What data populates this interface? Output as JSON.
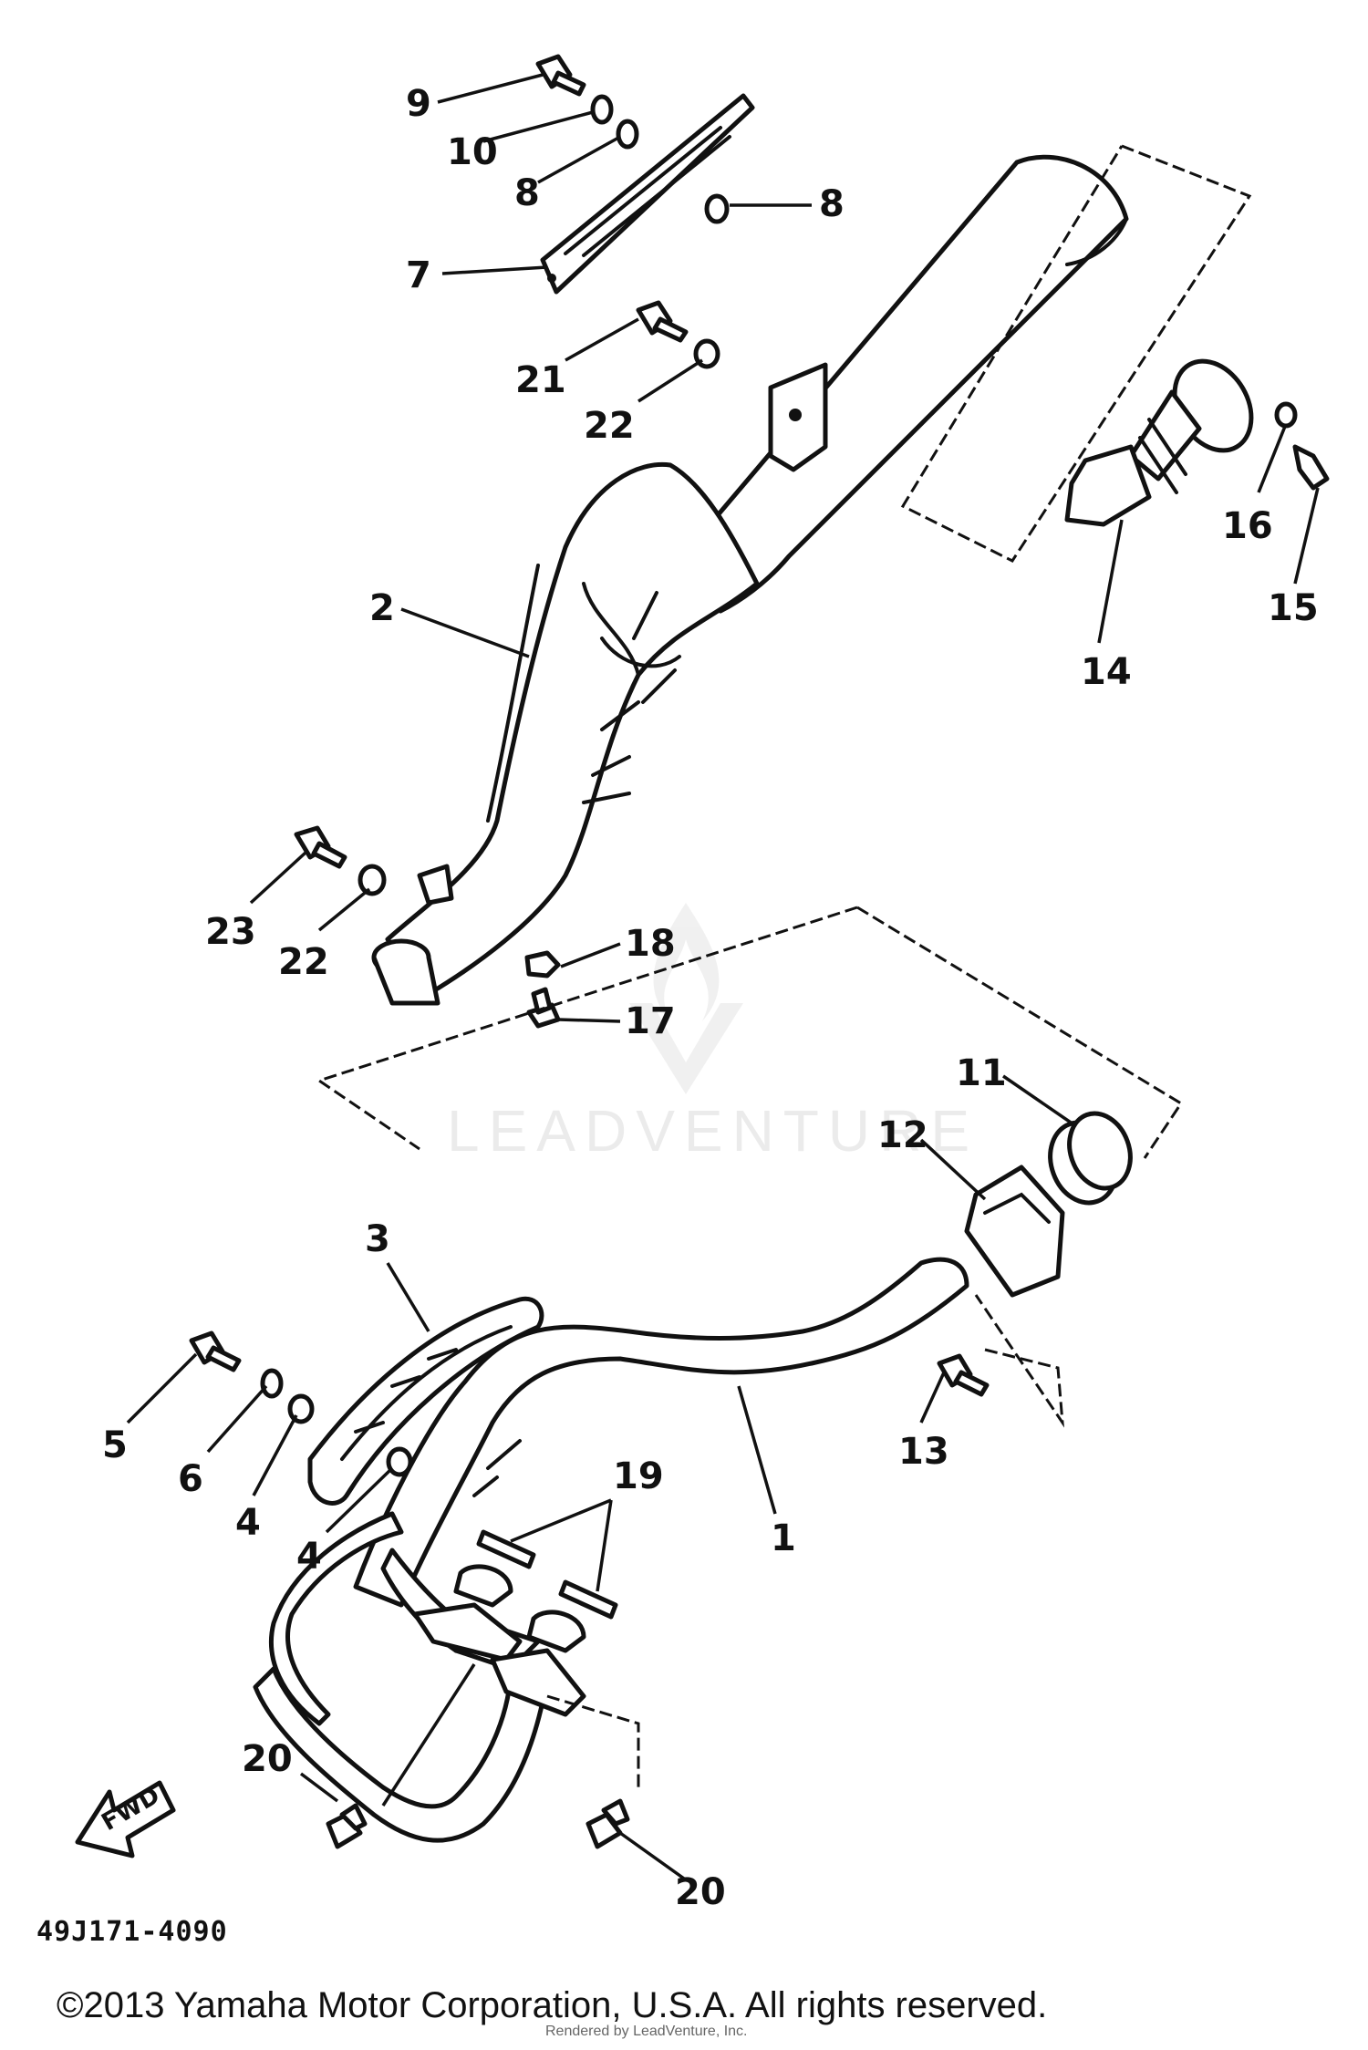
{
  "diagram": {
    "callouts": [
      {
        "id": "c9",
        "text": "9"
      },
      {
        "id": "c10",
        "text": "10"
      },
      {
        "id": "c8a",
        "text": "8"
      },
      {
        "id": "c8b",
        "text": "8"
      },
      {
        "id": "c7",
        "text": "7"
      },
      {
        "id": "c21",
        "text": "21"
      },
      {
        "id": "c22a",
        "text": "22"
      },
      {
        "id": "c2",
        "text": "2"
      },
      {
        "id": "c16",
        "text": "16"
      },
      {
        "id": "c15",
        "text": "15"
      },
      {
        "id": "c14",
        "text": "14"
      },
      {
        "id": "c23",
        "text": "23"
      },
      {
        "id": "c22b",
        "text": "22"
      },
      {
        "id": "c18",
        "text": "18"
      },
      {
        "id": "c17",
        "text": "17"
      },
      {
        "id": "c11",
        "text": "11"
      },
      {
        "id": "c12",
        "text": "12"
      },
      {
        "id": "c3",
        "text": "3"
      },
      {
        "id": "c5",
        "text": "5"
      },
      {
        "id": "c6",
        "text": "6"
      },
      {
        "id": "c4a",
        "text": "4"
      },
      {
        "id": "c4b",
        "text": "4"
      },
      {
        "id": "c13",
        "text": "13"
      },
      {
        "id": "c19",
        "text": "19"
      },
      {
        "id": "c1",
        "text": "1"
      },
      {
        "id": "c20a",
        "text": "20"
      },
      {
        "id": "c20b",
        "text": "20"
      }
    ],
    "fwd_label": "FWD",
    "drawing_code": "49J171-4090",
    "watermark": "LEADVENTURE",
    "rendered_by": "Rendered by LeadVenture, Inc.",
    "copyright": "©2013 Yamaha Motor Corporation, U.S.A. All rights reserved."
  }
}
